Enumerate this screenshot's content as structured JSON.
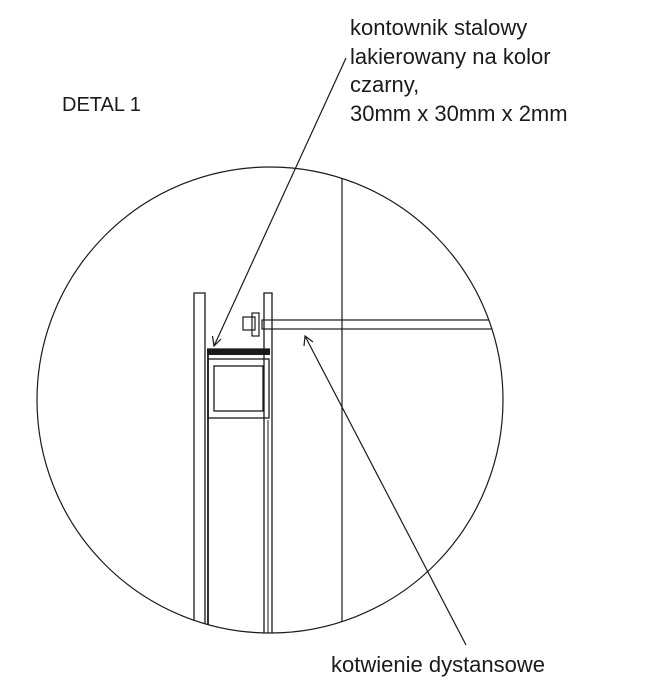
{
  "detail": {
    "title": "DETAL 1"
  },
  "callouts": {
    "angle_bar": {
      "lines": [
        "kontownik stalowy",
        "lakierowany na kolor",
        "czarny,",
        "30mm x 30mm x 2mm"
      ]
    },
    "spacer_anchor": {
      "label": "kotwienie dystansowe"
    }
  },
  "colors": {
    "stroke": "#1a1a1a",
    "background": "#ffffff"
  }
}
